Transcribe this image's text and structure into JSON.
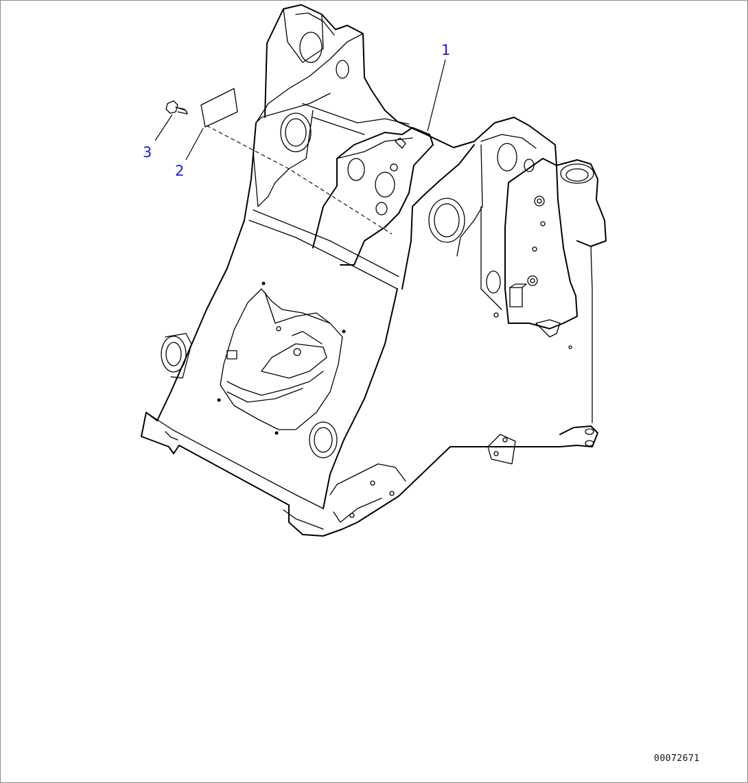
{
  "callouts": [
    {
      "id": "1",
      "label": "1"
    },
    {
      "id": "2",
      "label": "2"
    },
    {
      "id": "3",
      "label": "3"
    }
  ],
  "drawing_ref": "00072671",
  "colors": {
    "callout_text": "#1a1adc",
    "line": "#000000",
    "background": "#ffffff",
    "frame": "#8a8a8a"
  },
  "icons": {
    "main_part": "front-frame-icon",
    "plate": "plate-icon",
    "bolt": "bolt-icon"
  }
}
